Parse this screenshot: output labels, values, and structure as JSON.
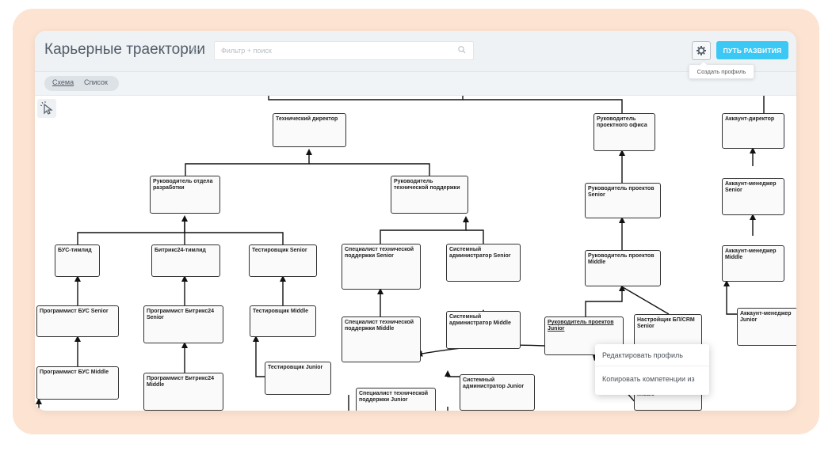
{
  "header": {
    "title": "Карьерные траектории",
    "search_placeholder": "Фильтр + поиск",
    "primary_button": "ПУТЬ РАЗВИТИЯ",
    "tooltip": "Создать профиль"
  },
  "tabs": [
    {
      "label": "Схема",
      "active": true
    },
    {
      "label": "Список",
      "active": false
    }
  ],
  "nodes": {
    "tech_director": "Технический директор",
    "head_dev": "Руководитель отдела разработки",
    "head_support": "Руководитель технической поддержки",
    "bus_lead": "БУС-тимлид",
    "b24_lead": "Битрикс24-тимлид",
    "tester_senior": "Тестировщик Senior",
    "prog_bus_senior": "Программист БУС Senior",
    "prog_b24_senior": "Программист Битрикс24 Senior",
    "tester_middle": "Тестировщик Middle",
    "tester_junior": "Тестировщик Junior",
    "prog_bus_middle": "Программист БУС Middle",
    "prog_b24_middle": "Программист Битрикс24 Middle",
    "support_senior": "Специалист технической поддержки Senior",
    "sysadmin_senior": "Системный администратор Senior",
    "support_middle": "Специалист технической поддержки Middle",
    "sysadmin_middle": "Системный администратор Middle",
    "sysadmin_junior": "Системный администратор Junior",
    "support_junior": "Специалист технической поддержки Junior",
    "head_pmo": "Руководитель проектного офиса",
    "pm_senior": "Руководитель проектов Senior",
    "pm_middle": "Руководитель проектов Middle",
    "pm_junior": "Руководитель проектов Junior",
    "bp_senior": "Настройщик БП/CRM Senior",
    "bp_middle": "Настройщик БП/CRM Middle",
    "account_director": "Аккаунт-директор",
    "account_senior": "Аккаунт-менеджер Senior",
    "account_middle": "Аккаунт-менеджер Middle",
    "account_junior": "Аккаунт-менеджер Junior"
  },
  "context_menu": [
    "Редактировать профиль",
    "Копировать компетенции из"
  ],
  "colors": {
    "accent": "#3bc8f5",
    "background": "#fde3d2"
  }
}
